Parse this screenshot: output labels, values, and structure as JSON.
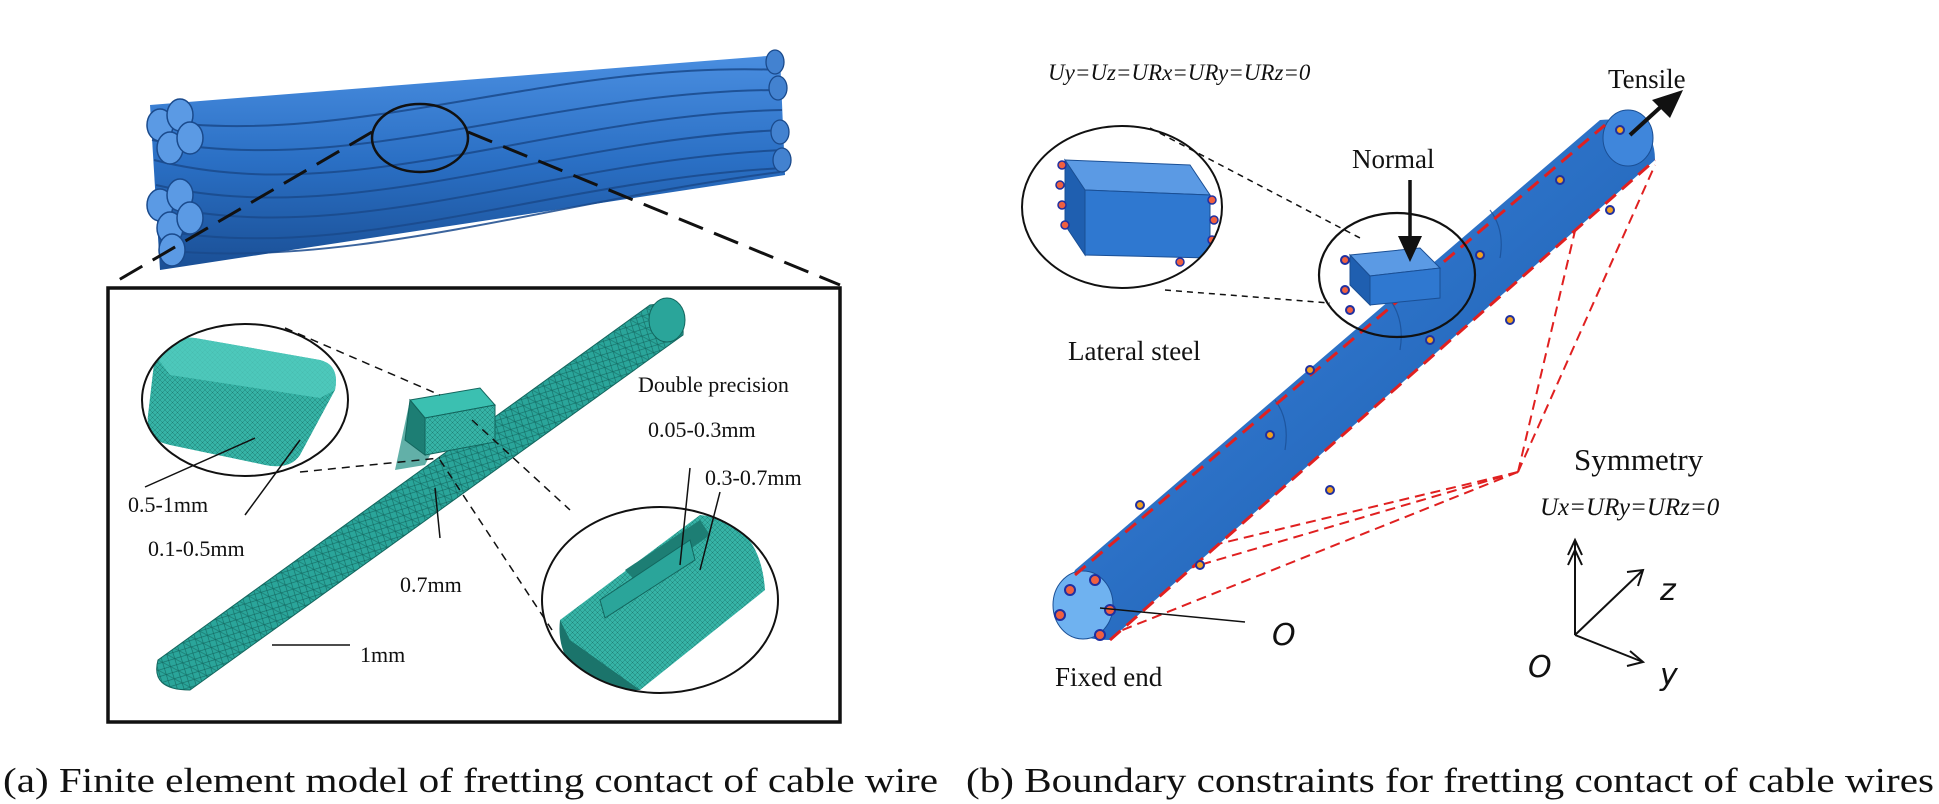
{
  "panel_a": {
    "caption": "(a) Finite element model of fretting contact of cable wire",
    "labels": {
      "size_a": "0.5-1mm",
      "size_b": "0.1-0.5mm",
      "size_c": "0.7mm",
      "size_d": "1mm",
      "double_precision": "Double precision",
      "size_e": "0.05-0.3mm",
      "size_f": "0.3-0.7mm"
    }
  },
  "panel_b": {
    "caption": "(b) Boundary constraints for fretting contact of cable wires",
    "labels": {
      "constraint_eq": "Uy=Uz=URx=URy=URz=0",
      "tensile": "Tensile",
      "normal": "Normal",
      "lateral_steel": "Lateral steel",
      "symmetry": "Symmetry",
      "symmetry_eq": "Ux=URy=URz=0",
      "fixed_end": "Fixed end",
      "origin": "O",
      "axis_origin": "O",
      "axis_z": "z",
      "axis_y": "y"
    }
  },
  "colors": {
    "cable_blue": "#2a6fc4",
    "mesh_teal": "#2aa59a",
    "constraint_red": "#e02020"
  }
}
